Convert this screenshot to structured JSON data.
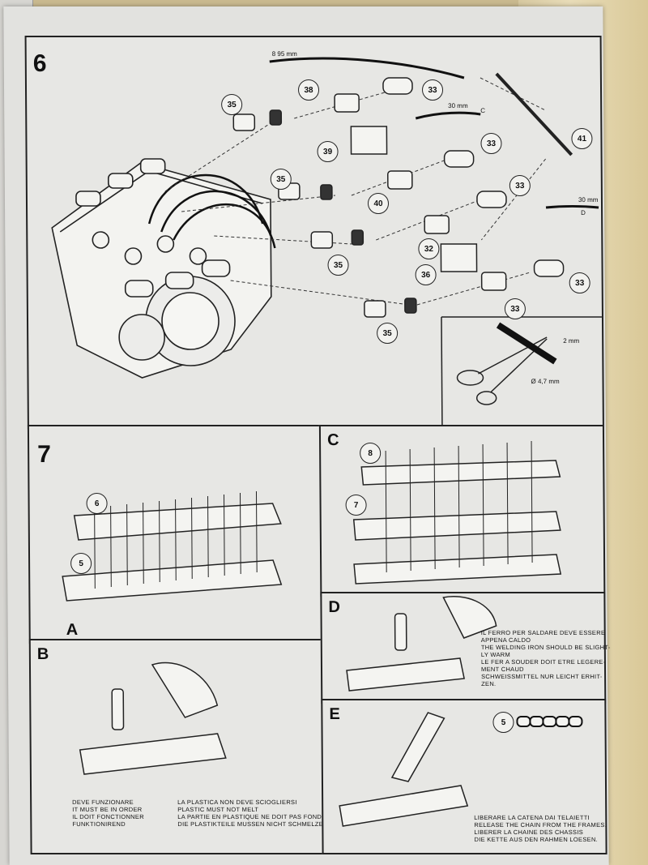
{
  "step6": {
    "number": "6",
    "lengths": [
      "8 95 mm",
      "30 mm",
      "C",
      "30 mm",
      "D"
    ],
    "parts": [
      "35",
      "38",
      "33",
      "39",
      "33",
      "35",
      "40",
      "33",
      "41",
      "32",
      "35",
      "36",
      "33",
      "33",
      "35"
    ],
    "cut_dims": [
      "2 mm",
      "Ø 4,7 mm"
    ]
  },
  "step7": {
    "number": "7",
    "panel_a": {
      "label": "A",
      "frame_callouts": [
        "6",
        "5"
      ]
    },
    "panel_b": {
      "label": "B",
      "note_left": "DEVE FUNZIONARE\nIT MUST BE IN ORDER\nIL DOIT FONCTIONNER\nFUNKTIONIREND",
      "note_right": "LA PLASTICA NON DEVE SCIOGLIERSI\nPLASTIC MUST NOT MELT\nLA PARTIE EN PLASTIQUE NE DOIT PAS FONDRE\nDIE PLASTIKTEILE MUSSEN NICHT SCHMELZEN"
    },
    "panel_c": {
      "label": "C",
      "frame_callouts": [
        "8",
        "7"
      ]
    },
    "panel_d": {
      "label": "D",
      "note": "IL FERRO PER SALDARE DEVE ESSERE\nAPPENA CALDO\nTHE WELDING IRON SHOULD BE SLIGHT-\nLY WARM\nLE FER A SOUDER DOIT ETRE LEGERE-\nMENT CHAUD\nSCHWEISSMITTEL NUR LEICHT ERHIT-\nZEN."
    },
    "panel_e": {
      "label": "E",
      "callout": "5",
      "note": "LIBERARE LA CATENA DAI TELAIETTI\nRELEASE THE CHAIN FROM THE FRAMES.\nLIBERER LA CHAINE DES CHASSIS\nDIE KETTE AUS DEN RAHMEN LOESEN."
    }
  }
}
